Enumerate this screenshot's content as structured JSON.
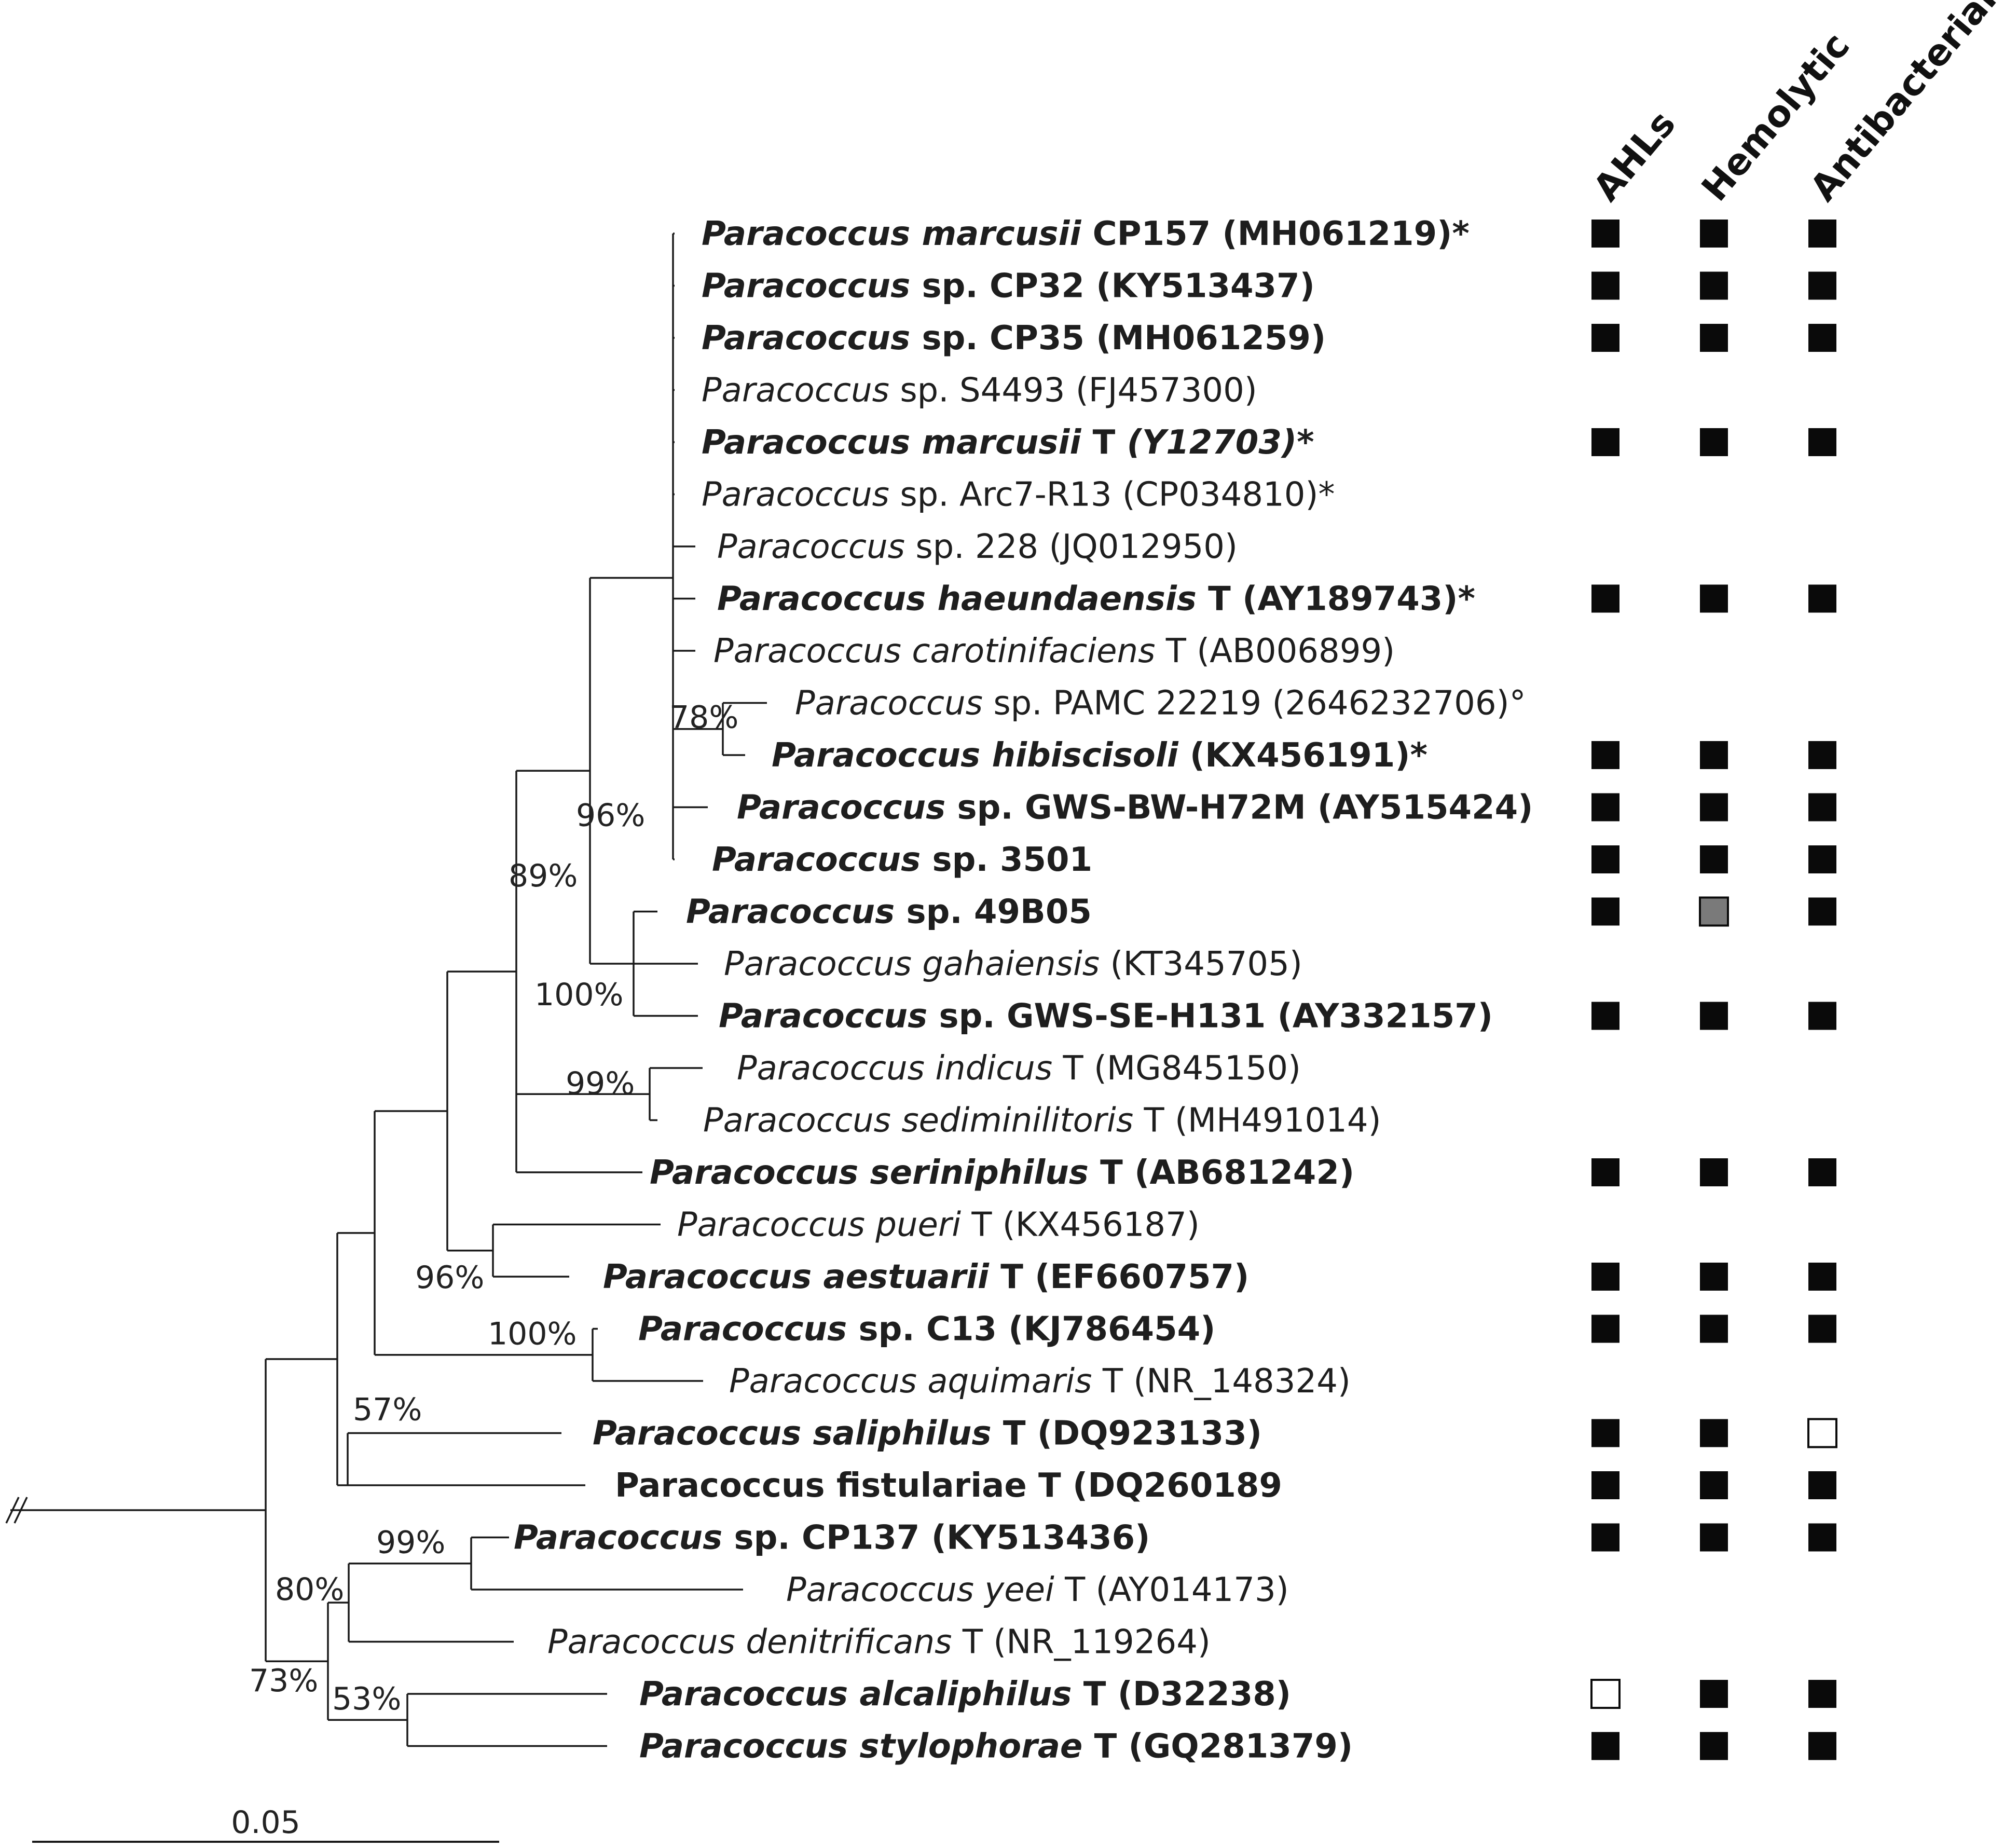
{
  "columns": [
    "AHLs",
    "Hemolytic",
    "Antibacterial"
  ],
  "colors": {
    "present": "#0a0a0a",
    "weak": "#7a7a7a",
    "absent": "#ffffff"
  },
  "taxa": [
    {
      "italic": "Paracoccus marcusii",
      "plain": " CP157 (MH061219)*",
      "bold": true,
      "traits": [
        "present",
        "present",
        "present"
      ]
    },
    {
      "italic": "Paracoccus",
      "plain": " sp. CP32 (KY513437)",
      "bold": true,
      "traits": [
        "present",
        "present",
        "present"
      ]
    },
    {
      "italic": "Paracoccus",
      "plain": " sp. CP35 (MH061259)",
      "bold": true,
      "traits": [
        "present",
        "present",
        "present"
      ]
    },
    {
      "italic": "Paracoccus",
      "plain": " sp. S4493 (FJ457300)",
      "bold": false,
      "traits": null
    },
    {
      "italic": "Paracoccus marcusii",
      "plain": " T ",
      "italic2": "(Y12703)*",
      "bold": true,
      "traits": [
        "present",
        "present",
        "present"
      ]
    },
    {
      "italic": "Paracoccus",
      "plain": " sp. Arc7-R13 (CP034810)*",
      "bold": false,
      "traits": null
    },
    {
      "italic": "Paracoccus",
      "plain": " sp. 228 (JQ012950)",
      "bold": false,
      "traits": null
    },
    {
      "italic": "Paracoccus haeundaensis",
      "plain": " T (AY189743)*",
      "bold": true,
      "traits": [
        "present",
        "present",
        "present"
      ]
    },
    {
      "italic": "Paracoccus carotinifaciens",
      "plain": " T (AB006899)",
      "bold": false,
      "traits": null
    },
    {
      "italic": "Paracoccus",
      "plain": " sp. PAMC 22219 (2646232706)°",
      "bold": false,
      "traits": null
    },
    {
      "italic": "Paracoccus hibiscisoli",
      "plain": " (KX456191)*",
      "bold": true,
      "traits": [
        "present",
        "present",
        "present"
      ]
    },
    {
      "italic": "Paracoccus",
      "plain": " sp. GWS-BW-H72M (AY515424)",
      "bold": true,
      "traits": [
        "present",
        "present",
        "present"
      ]
    },
    {
      "italic": "Paracoccus",
      "plain": " sp. 3501",
      "bold": true,
      "traits": [
        "present",
        "present",
        "present"
      ]
    },
    {
      "italic": "Paracoccus",
      "plain": " sp. 49B05",
      "bold": true,
      "traits": [
        "present",
        "weak",
        "present"
      ]
    },
    {
      "italic": "Paracoccus gahaiensis",
      "plain": " (KT345705)",
      "bold": false,
      "traits": null
    },
    {
      "italic": "Paracoccus",
      "plain": " sp. GWS-SE-H131 (AY332157)",
      "bold": true,
      "traits": [
        "present",
        "present",
        "present"
      ]
    },
    {
      "italic": "Paracoccus indicus",
      "plain": " T (MG845150)",
      "bold": false,
      "traits": null
    },
    {
      "italic": "Paracoccus sediminilitoris",
      "plain": " T (MH491014)",
      "bold": false,
      "traits": null
    },
    {
      "italic": "Paracoccus seriniphilus",
      "plain": " T (AB681242)",
      "bold": true,
      "traits": [
        "present",
        "present",
        "present"
      ]
    },
    {
      "italic": "Paracoccus pueri",
      "plain": " T (KX456187)",
      "bold": false,
      "traits": null
    },
    {
      "italic": "Paracoccus aestuarii",
      "plain": " T (EF660757)",
      "bold": true,
      "traits": [
        "present",
        "present",
        "present"
      ]
    },
    {
      "italic": "Paracoccus",
      "plain": " sp. C13 (KJ786454)",
      "bold": true,
      "traits": [
        "present",
        "present",
        "present"
      ]
    },
    {
      "italic": "Paracoccus aquimaris",
      "plain": " T (NR_148324)",
      "bold": false,
      "traits": null
    },
    {
      "italic": "Paracoccus saliphilus",
      "plain": " T (DQ923133)",
      "bold": true,
      "traits": [
        "present",
        "present",
        "absent"
      ]
    },
    {
      "italic": "",
      "plain": "Paracoccus fistulariae T (DQ260189",
      "bold": true,
      "traits": [
        "present",
        "present",
        "present"
      ]
    },
    {
      "italic": "Paracoccus",
      "plain": " sp. CP137 (KY513436)",
      "bold": true,
      "traits": [
        "present",
        "present",
        "present"
      ]
    },
    {
      "italic": "Paracoccus yeei",
      "plain": " T (AY014173)",
      "bold": false,
      "traits": null
    },
    {
      "italic": "Paracoccus denitrificans",
      "plain": " T (NR_119264)",
      "bold": false,
      "traits": null
    },
    {
      "italic": "Paracoccus alcaliphilus",
      "plain": " T (D32238)",
      "bold": true,
      "traits": [
        "absent",
        "present",
        "present"
      ]
    },
    {
      "italic": "Paracoccus stylophorae",
      "plain": " T (GQ281379)",
      "bold": true,
      "traits": [
        "present",
        "present",
        "present"
      ]
    }
  ],
  "supports": [
    "78%",
    "96%",
    "89%",
    "100%",
    "99%",
    "96%",
    "100%",
    "57%",
    "99%",
    "80%",
    "73%",
    "53%"
  ],
  "scale": {
    "label": "0.05"
  }
}
